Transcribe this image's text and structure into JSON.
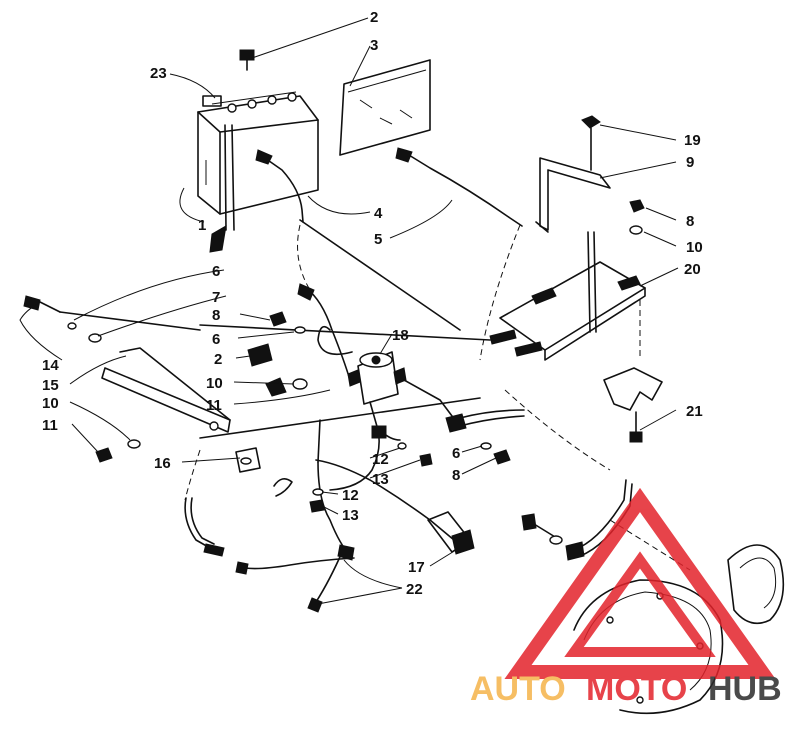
{
  "callouts": [
    "2",
    "3",
    "23",
    "19",
    "9",
    "1",
    "4",
    "5",
    "8",
    "10",
    "20",
    "6",
    "7",
    "8",
    "6",
    "18",
    "14",
    "15",
    "2",
    "10",
    "11",
    "10",
    "11",
    "21",
    "6",
    "8",
    "12",
    "13",
    "16",
    "12",
    "13",
    "17",
    "22"
  ],
  "watermark": {
    "text_auto": "AUTO",
    "text_moto": "MOTO",
    "text_hub": "HUB",
    "color_orange": "#f5b34a",
    "color_red": "#e3232b",
    "color_dark": "#2b2b2b"
  }
}
